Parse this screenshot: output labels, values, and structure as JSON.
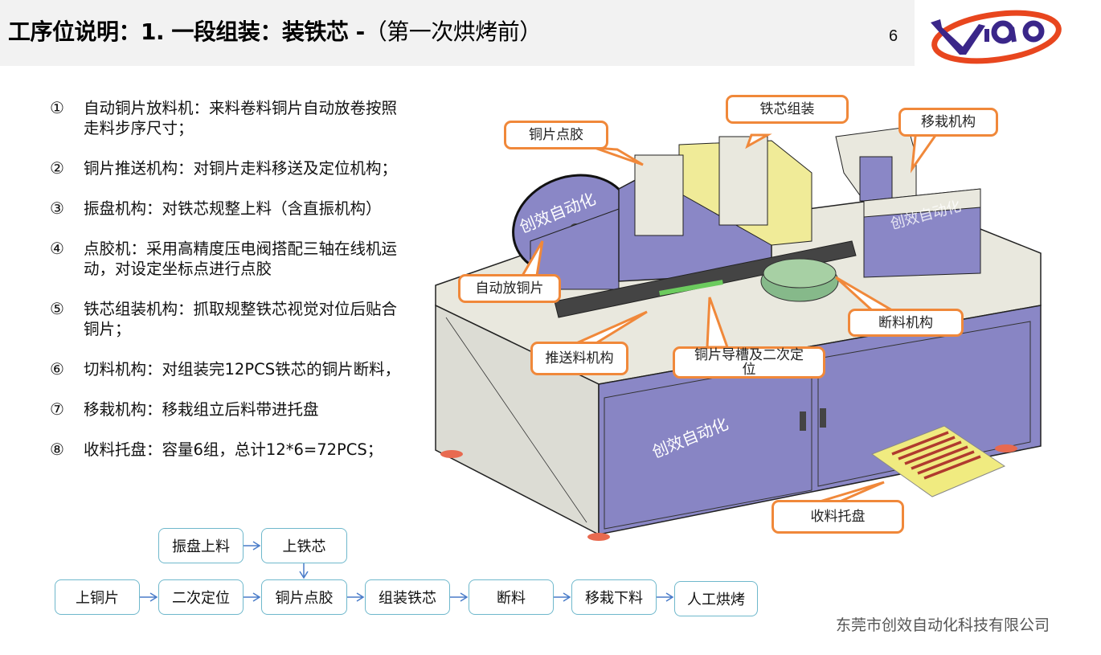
{
  "header": {
    "title_bold": "工序位说明：1. 一段组装：装铁芯 -",
    "title_normal": "（第一次烘烤前）",
    "page_number": "6",
    "logo": "viao-logo"
  },
  "items": [
    {
      "num": "①",
      "text": "自动铜片放料机：来料卷料铜片自动放卷按照走料步序尺寸；"
    },
    {
      "num": "②",
      "text": "铜片推送机构：对铜片走料移送及定位机构；"
    },
    {
      "num": "③",
      "text": "振盘机构：对铁芯规整上料（含直振机构）"
    },
    {
      "num": "④",
      "text": "点胶机：采用高精度压电阀搭配三轴在线机运动，对设定坐标点进行点胶"
    },
    {
      "num": "⑤",
      "text": "铁芯组装机构：抓取规整铁芯视觉对位后贴合铜片；"
    },
    {
      "num": "⑥",
      "text": "切料机构：对组装完12PCS铁芯的铜片断料，"
    },
    {
      "num": "⑦",
      "text": "移栽机构：移栽组立后料带进托盘"
    },
    {
      "num": "⑧",
      "text": "收料托盘：容量6组，总计12*6=72PCS；"
    }
  ],
  "flow": {
    "top_row": [
      "振盘上料",
      "上铁芯"
    ],
    "bottom_row": [
      "上铜片",
      "二次定位",
      "铜片点胶",
      "组装铁芯",
      "断料",
      "移栽下料",
      "人工烘烤"
    ]
  },
  "callouts": {
    "glue": "铜片点胶",
    "core_assembly": "铁芯组装",
    "transfer": "移栽机构",
    "auto_feed": "自动放铜片",
    "cutting": "断料机构",
    "push": "推送料机构",
    "guide": "铜片导槽及二次定位",
    "tray": "收料托盘"
  },
  "watermark": "创效自动化",
  "colors": {
    "callout_border": "#f0883a",
    "flow_border": "#6fb8cc",
    "machine_body": "#8a87c6",
    "arrow": "#4a7cc9"
  },
  "footer": {
    "company": "东莞市创效自动化科技有限公司"
  }
}
